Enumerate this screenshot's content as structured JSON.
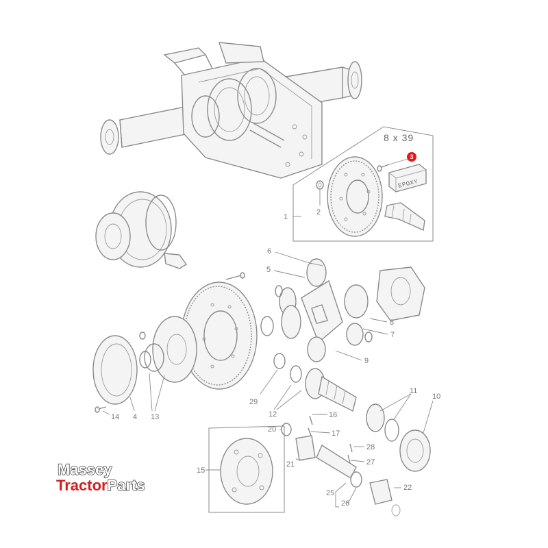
{
  "inset": {
    "title": "8 x 39",
    "highlight_label": "3",
    "epoxy_label": "EPOXY",
    "highlight_color": "#e31b1b"
  },
  "callouts": {
    "c1": "1",
    "c2": "2",
    "c4": "4",
    "c5": "5",
    "c6": "6",
    "c7": "7",
    "c8": "8",
    "c9": "9",
    "c10": "10",
    "c11": "11",
    "c12": "12",
    "c13": "13",
    "c14": "14",
    "c15": "15",
    "c16": "16",
    "c17": "17",
    "c20": "20",
    "c21": "21",
    "c22": "22",
    "c25": "25",
    "c26": "26",
    "c27": "27",
    "c28": "28",
    "c29": "29"
  },
  "logo": {
    "line1": "Massey",
    "line2_red": "Tractor",
    "line2_outline": "Parts",
    "brand_color": "#d41d1d"
  }
}
